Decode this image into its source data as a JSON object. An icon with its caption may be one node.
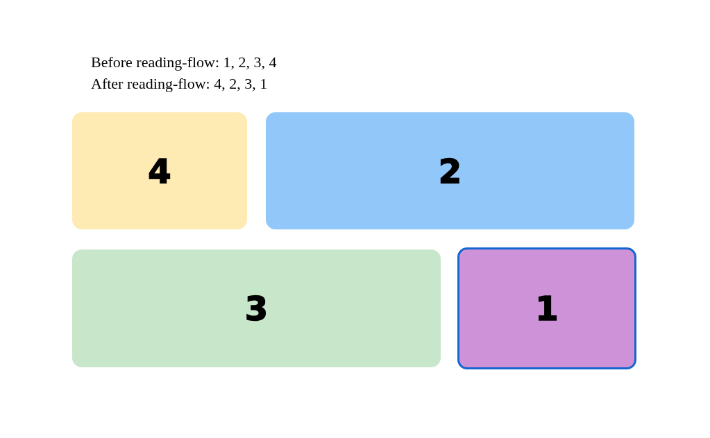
{
  "diagram": {
    "nodes": [
      {
        "text": [
          "4"
        ]
      },
      {
        "text": [
          "2"
        ]
      },
      {
        "text": [
          "3"
        ]
      },
      {
        "text": [
          "1"
        ]
      }
    ],
    "labels": [
      "Before reading-flow: 1, 2, 3, 4",
      "After reading-flow: 4, 2, 3, 1"
    ]
  }
}
